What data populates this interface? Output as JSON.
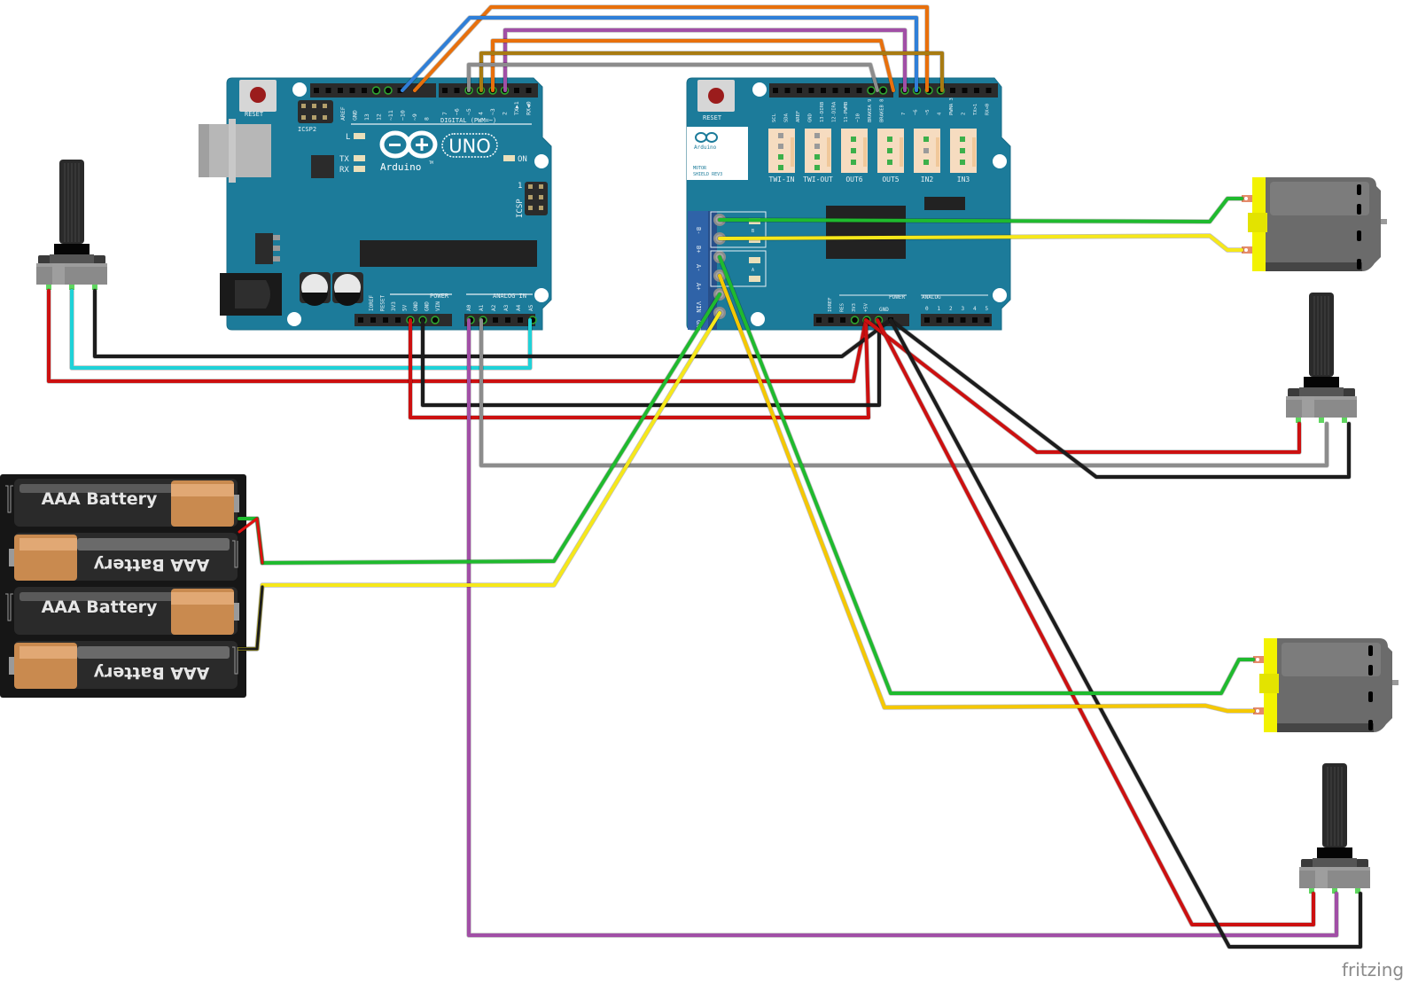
{
  "app": {
    "watermark": "fritzing"
  },
  "arduino_uno": {
    "reset_label": "RESET",
    "icsp2_label": "ICSP2",
    "icsp_label": "ICSP",
    "icsp_pin1": "1",
    "brand": "Arduino",
    "tm": "TM",
    "model": "UNO",
    "led_l": "L",
    "led_tx": "TX",
    "led_rx": "RX",
    "led_on": "ON",
    "digital_header_title": "DIGITAL (PWM=~)",
    "digital_pins_left": [
      "AREF",
      "GND",
      "13",
      "12",
      "~11",
      "~10",
      "~9",
      "8"
    ],
    "digital_pins_right": [
      "7",
      "~6",
      "~5",
      "4",
      "~3",
      "2",
      "TX▶1",
      "RX◀0"
    ],
    "power_title": "POWER",
    "power_pins": [
      "IOREF",
      "RESET",
      "3V3",
      "5V",
      "GND",
      "GND",
      "VIN"
    ],
    "analog_title": "ANALOG IN",
    "analog_pins": [
      "A0",
      "A1",
      "A2",
      "A3",
      "A4",
      "A5"
    ]
  },
  "motor_shield": {
    "reset_label": "RESET",
    "brand": "Arduino",
    "board_name_line1": "MOTOR",
    "board_name_line2": "SHIELD REV3",
    "digital_pins_left": [
      "SCL",
      "SDA",
      "AREF",
      "GND",
      "13-DIRB",
      "12-DIRA",
      "11-PWMB",
      "~10",
      "BRAKEA 9",
      "BRAKEB 8"
    ],
    "digital_pins_right": [
      "7",
      "~6",
      "~5",
      "4",
      "PWMA 3",
      "2",
      "TX>1",
      "RX<0"
    ],
    "tinkerkit_connectors": [
      "TWI-IN",
      "TWI-OUT",
      "OUT6",
      "OUT5",
      "IN2",
      "IN3"
    ],
    "screw_terminal_labels": [
      "B-",
      "B+",
      "A-",
      "A+",
      "VIN",
      "GND"
    ],
    "channel_b": "B",
    "channel_a": "A",
    "power_title": "POWER",
    "power_pins": [
      "IOREF",
      "RES",
      "3V3",
      "+5V",
      "GND",
      "GND",
      "VIN"
    ],
    "analog_title": "ANALOG",
    "analog_pins": [
      "0",
      "1",
      "2",
      "3",
      "4",
      "5"
    ]
  },
  "battery_pack": {
    "cells": [
      "AAA Battery",
      "AAA Battery",
      "AAA Battery",
      "AAA Battery"
    ]
  },
  "components": {
    "potentiometers": [
      "pot-left",
      "pot-right-top",
      "pot-right-bottom"
    ],
    "motors": [
      "motor-b",
      "motor-a"
    ]
  },
  "wire_colors": {
    "orange": "#e8700c",
    "blue": "#2f7fd8",
    "purple": "#a14fa6",
    "ochre": "#a87b12",
    "gray": "#8c8c8c",
    "red": "#cc1010",
    "black": "#1c1c1c",
    "cyan": "#1fd2d8",
    "green": "#1fba2e",
    "yellow": "#f6e81a",
    "gold": "#f5c800"
  },
  "board_color": "#1c7b9a"
}
